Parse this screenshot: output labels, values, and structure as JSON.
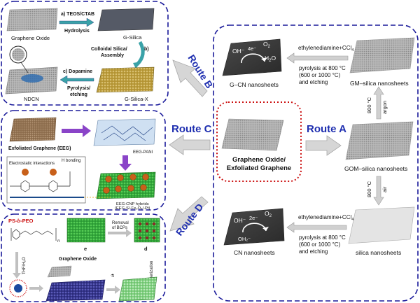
{
  "center": {
    "line1": "Graphene Oxide/",
    "line2": "Exfoliated Graphene"
  },
  "routes": {
    "a": "Route A",
    "b": "Route B",
    "c": "Route C",
    "d": "Route D"
  },
  "route_a": {
    "gcn_label": "G–CN nanosheets",
    "gm_label": "GM–silica nanosheets",
    "gom_label": "GOM–silica nanosheets",
    "silica_label": "silica nanosheets",
    "cn_label": "CN nanosheets",
    "treat1_line1": "ethylenediamine+CCl",
    "treat1_sub": "4",
    "treat_line2": "pyrolysis at 800 °C",
    "treat_line3": "(600 or 1000 °C)",
    "treat_line4": "and etching",
    "temp1": "800 °C",
    "gas1": "argon",
    "temp2": "800 °C",
    "gas2": "air",
    "ohm": "OH⁻",
    "o2": "O",
    "o2_sub": "2",
    "h2o": "H",
    "h2o_sub": "2",
    "h2o_end": "O",
    "e4": "4e⁻",
    "e2": "2e⁻",
    "oh2": "OH₂⁻"
  },
  "route_b": {
    "go_label": "Graphene Oxide",
    "step_a": "a) TEOS/CTAB",
    "step_a2": "Hydrolysis",
    "gsilica": "G-Silica",
    "step_b": "b)",
    "colloidal": "Colloidal Silica/",
    "assembly": "Assembly",
    "ndcn": "NDCN",
    "step_c": "c) Dopamine",
    "pyro": "Pyrolysis/",
    "etch": "etching",
    "gsilicax": "G-Silica-X"
  },
  "route_c": {
    "eeg": "Exfoliated Graphene (EEG)",
    "pani": "EEG-PANI",
    "electro": "Electrostatic interactions",
    "hbond": "H bonding",
    "hybrid1": "EEG-CNP hybrids",
    "hybrid2": "(EEG-S/-Fe₃O₄/-Pt)"
  },
  "route_d": {
    "ps": "PS-",
    "b": "b",
    "peo": "-PEO",
    "removal1": "Removal",
    "removal2": "of BCPs",
    "e": "e",
    "d": "d",
    "thf": "THF/H₂O",
    "go": "Graphene Oxide",
    "poly": "Polymerization",
    "n": "n"
  },
  "colors": {
    "route_blue": "#1f2fb0",
    "dash_border": "#1a1a9a",
    "center_dot": "#cc1111",
    "arrow_gray": "#d6d6d6"
  }
}
